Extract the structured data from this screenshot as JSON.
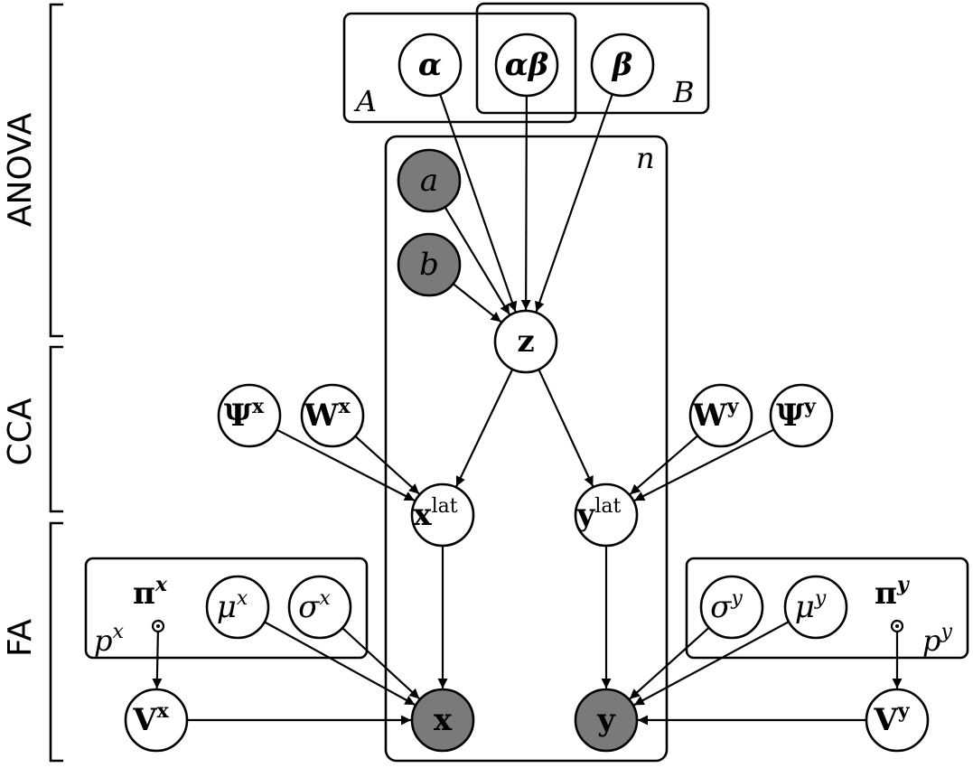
{
  "sections": [
    {
      "id": "anova",
      "label": "ANOVA"
    },
    {
      "id": "cca",
      "label": "CCA"
    },
    {
      "id": "fa",
      "label": "FA"
    }
  ],
  "plates": [
    {
      "id": "plate-A",
      "label": "A"
    },
    {
      "id": "plate-B",
      "label": "B"
    },
    {
      "id": "plate-n",
      "label": "n"
    },
    {
      "id": "plate-px",
      "label": "p",
      "sup": "x"
    },
    {
      "id": "plate-py",
      "label": "p",
      "sup": "y"
    }
  ],
  "nodes": [
    {
      "id": "alpha",
      "label": "α",
      "sup": "",
      "observed": false,
      "bold": true,
      "italic": true
    },
    {
      "id": "alphabeta",
      "label": "αβ",
      "sup": "",
      "observed": false,
      "bold": true,
      "italic": true
    },
    {
      "id": "beta",
      "label": "β",
      "sup": "",
      "observed": false,
      "bold": true,
      "italic": true
    },
    {
      "id": "a",
      "label": "a",
      "sup": "",
      "observed": true,
      "bold": false,
      "italic": true
    },
    {
      "id": "b",
      "label": "b",
      "sup": "",
      "observed": true,
      "bold": false,
      "italic": true
    },
    {
      "id": "z",
      "label": "z",
      "sup": "",
      "observed": false,
      "bold": true,
      "italic": false
    },
    {
      "id": "psi-x",
      "label": "Ψ",
      "sup": "x",
      "observed": false,
      "bold": true,
      "italic": false
    },
    {
      "id": "w-x",
      "label": "W",
      "sup": "x",
      "observed": false,
      "bold": true,
      "italic": false
    },
    {
      "id": "w-y",
      "label": "W",
      "sup": "y",
      "observed": false,
      "bold": true,
      "italic": false
    },
    {
      "id": "psi-y",
      "label": "Ψ",
      "sup": "y",
      "observed": false,
      "bold": true,
      "italic": false
    },
    {
      "id": "x-lat",
      "label": "x",
      "sup": "lat",
      "observed": false,
      "bold": true,
      "italic": false
    },
    {
      "id": "y-lat",
      "label": "y",
      "sup": "lat",
      "observed": false,
      "bold": true,
      "italic": false
    },
    {
      "id": "mu-x",
      "label": "μ",
      "sup": "x",
      "observed": false,
      "bold": false,
      "italic": true
    },
    {
      "id": "sigma-x",
      "label": "σ",
      "sup": "x",
      "observed": false,
      "bold": false,
      "italic": true
    },
    {
      "id": "sigma-y",
      "label": "σ",
      "sup": "y",
      "observed": false,
      "bold": false,
      "italic": true
    },
    {
      "id": "mu-y",
      "label": "μ",
      "sup": "y",
      "observed": false,
      "bold": false,
      "italic": true
    },
    {
      "id": "v-x",
      "label": "V",
      "sup": "x",
      "observed": false,
      "bold": true,
      "italic": false
    },
    {
      "id": "v-y",
      "label": "V",
      "sup": "y",
      "observed": false,
      "bold": true,
      "italic": false
    },
    {
      "id": "x",
      "label": "x",
      "sup": "",
      "observed": true,
      "bold": true,
      "italic": false
    },
    {
      "id": "y",
      "label": "y",
      "sup": "",
      "observed": true,
      "bold": true,
      "italic": false
    }
  ],
  "fixed_nodes": [
    {
      "id": "pi-x",
      "label": "π",
      "sup": "x"
    },
    {
      "id": "pi-y",
      "label": "π",
      "sup": "y"
    }
  ],
  "edges": [
    [
      "alpha",
      "z"
    ],
    [
      "alphabeta",
      "z"
    ],
    [
      "beta",
      "z"
    ],
    [
      "a",
      "z"
    ],
    [
      "b",
      "z"
    ],
    [
      "z",
      "x-lat"
    ],
    [
      "z",
      "y-lat"
    ],
    [
      "psi-x",
      "x-lat"
    ],
    [
      "w-x",
      "x-lat"
    ],
    [
      "w-y",
      "y-lat"
    ],
    [
      "psi-y",
      "y-lat"
    ],
    [
      "x-lat",
      "x"
    ],
    [
      "y-lat",
      "y"
    ],
    [
      "mu-x",
      "x"
    ],
    [
      "sigma-x",
      "x"
    ],
    [
      "sigma-y",
      "y"
    ],
    [
      "mu-y",
      "y"
    ],
    [
      "pi-x",
      "v-x"
    ],
    [
      "pi-y",
      "v-y"
    ],
    [
      "v-x",
      "x"
    ],
    [
      "v-y",
      "y"
    ]
  ],
  "colors": {
    "observed_fill": "#7a7a7a",
    "latent_fill": "#ffffff",
    "stroke": "#000000"
  }
}
